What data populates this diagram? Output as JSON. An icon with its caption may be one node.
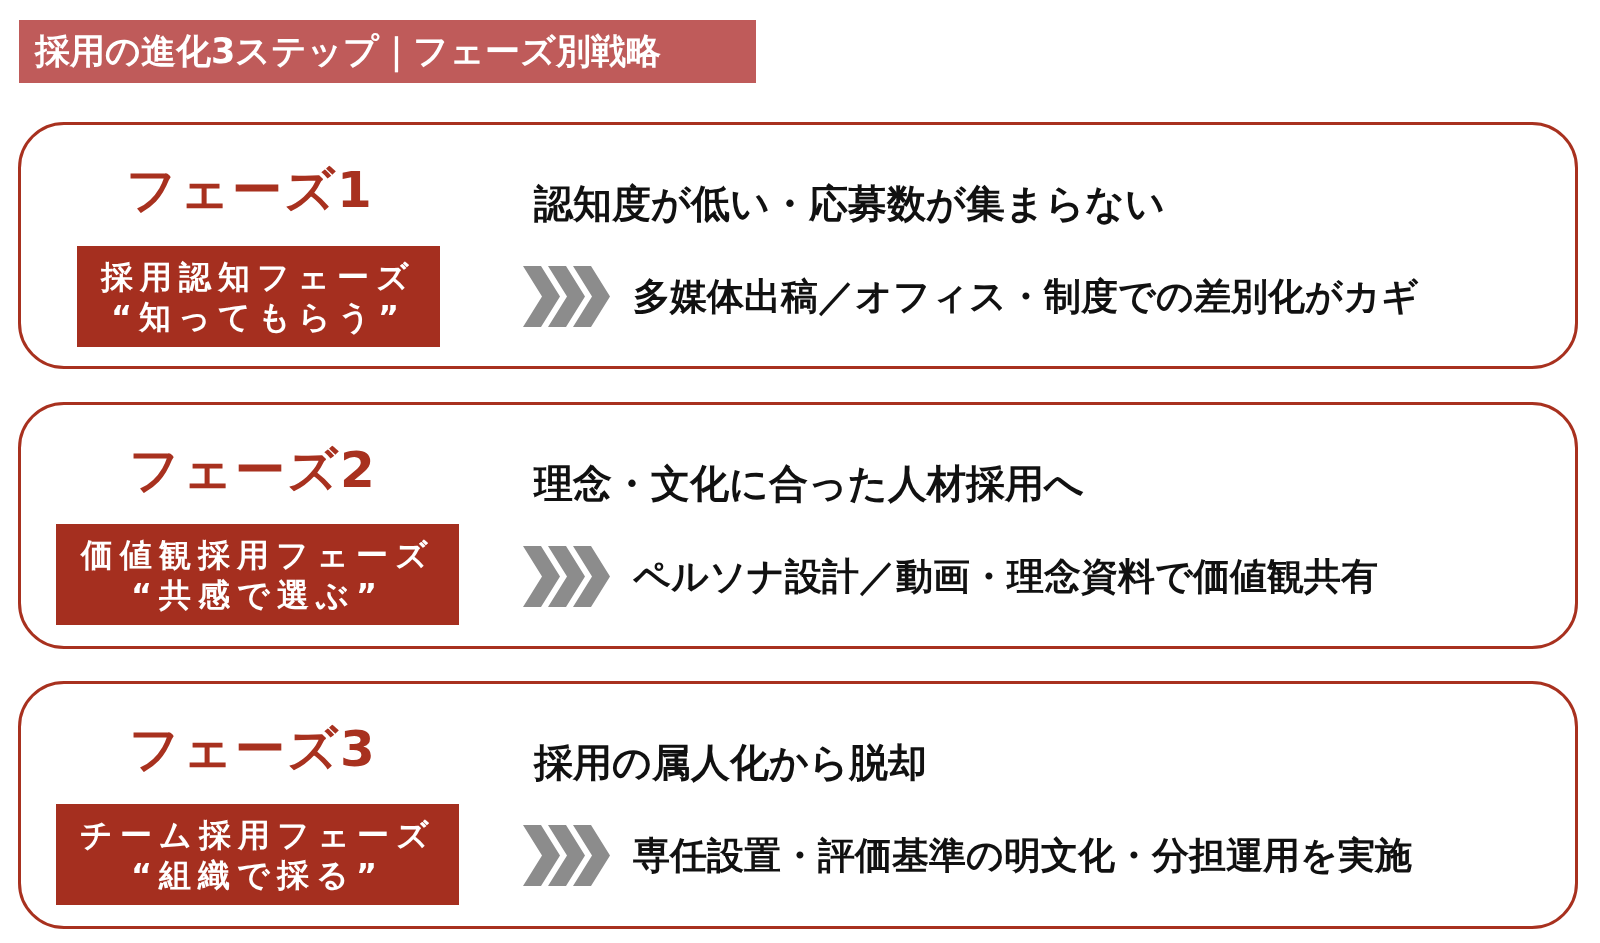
{
  "diagram": {
    "title": "採用の進化3ステップ｜フェーズ別戦略",
    "nodes": [
      {
        "text": [
          "フェーズ1",
          "認知度が低い・応募数が集まらない",
          "多媒体出稿／オフィス・制度での差別化がカギ"
        ]
      },
      {
        "text": [
          "採用認知フェーズ",
          "“知ってもらう”"
        ],
        "in": 0
      },
      {
        "text": [
          "フェーズ2",
          "理念・文化に合った人材採用へ",
          "ペルソナ設計／動画・理念資料で価値観共有"
        ]
      },
      {
        "text": [
          "価値観採用フェーズ",
          "“共感で選ぶ”"
        ],
        "in": 2
      },
      {
        "text": [
          "フェーズ3",
          "採用の属人化から脱却",
          "専任設置・評価基準の明文化・分担運用を実施"
        ]
      },
      {
        "text": [
          "チーム採用フェーズ",
          "“組織で採る”"
        ],
        "in": 4
      }
    ]
  }
}
